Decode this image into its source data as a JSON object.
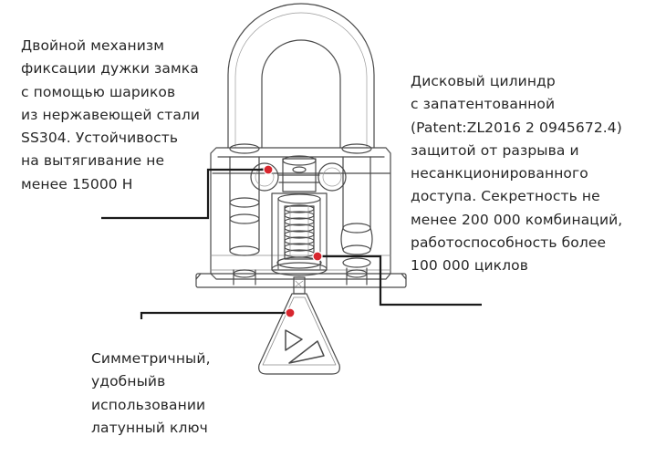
{
  "annotations": {
    "left": {
      "lines": [
        "Двойной механизм",
        "фиксации дужки замка",
        "с помощью шариков",
        "из нержавеющей стали",
        "SS304. Устойчивость",
        "на вытягивание не",
        "менее 15000 Н"
      ]
    },
    "right": {
      "lines": [
        "Дисковый цилиндр",
        "с запатентованной",
        "(Patent:ZL2016 2 0945672.4)",
        "защитой от разрыва и",
        "несанкционированного",
        "доступа. Секретность не",
        "менее 200 000 комбинаций,",
        "работоспособность более",
        "100 000 циклов"
      ]
    },
    "bottom": {
      "lines": [
        "Симметричный,",
        "удобныйв",
        "использовании",
        "латунный ключ"
      ]
    }
  },
  "colors": {
    "marker": "#d7262e",
    "leader": "#1a1a1a",
    "outline": "#4a4a4a"
  }
}
